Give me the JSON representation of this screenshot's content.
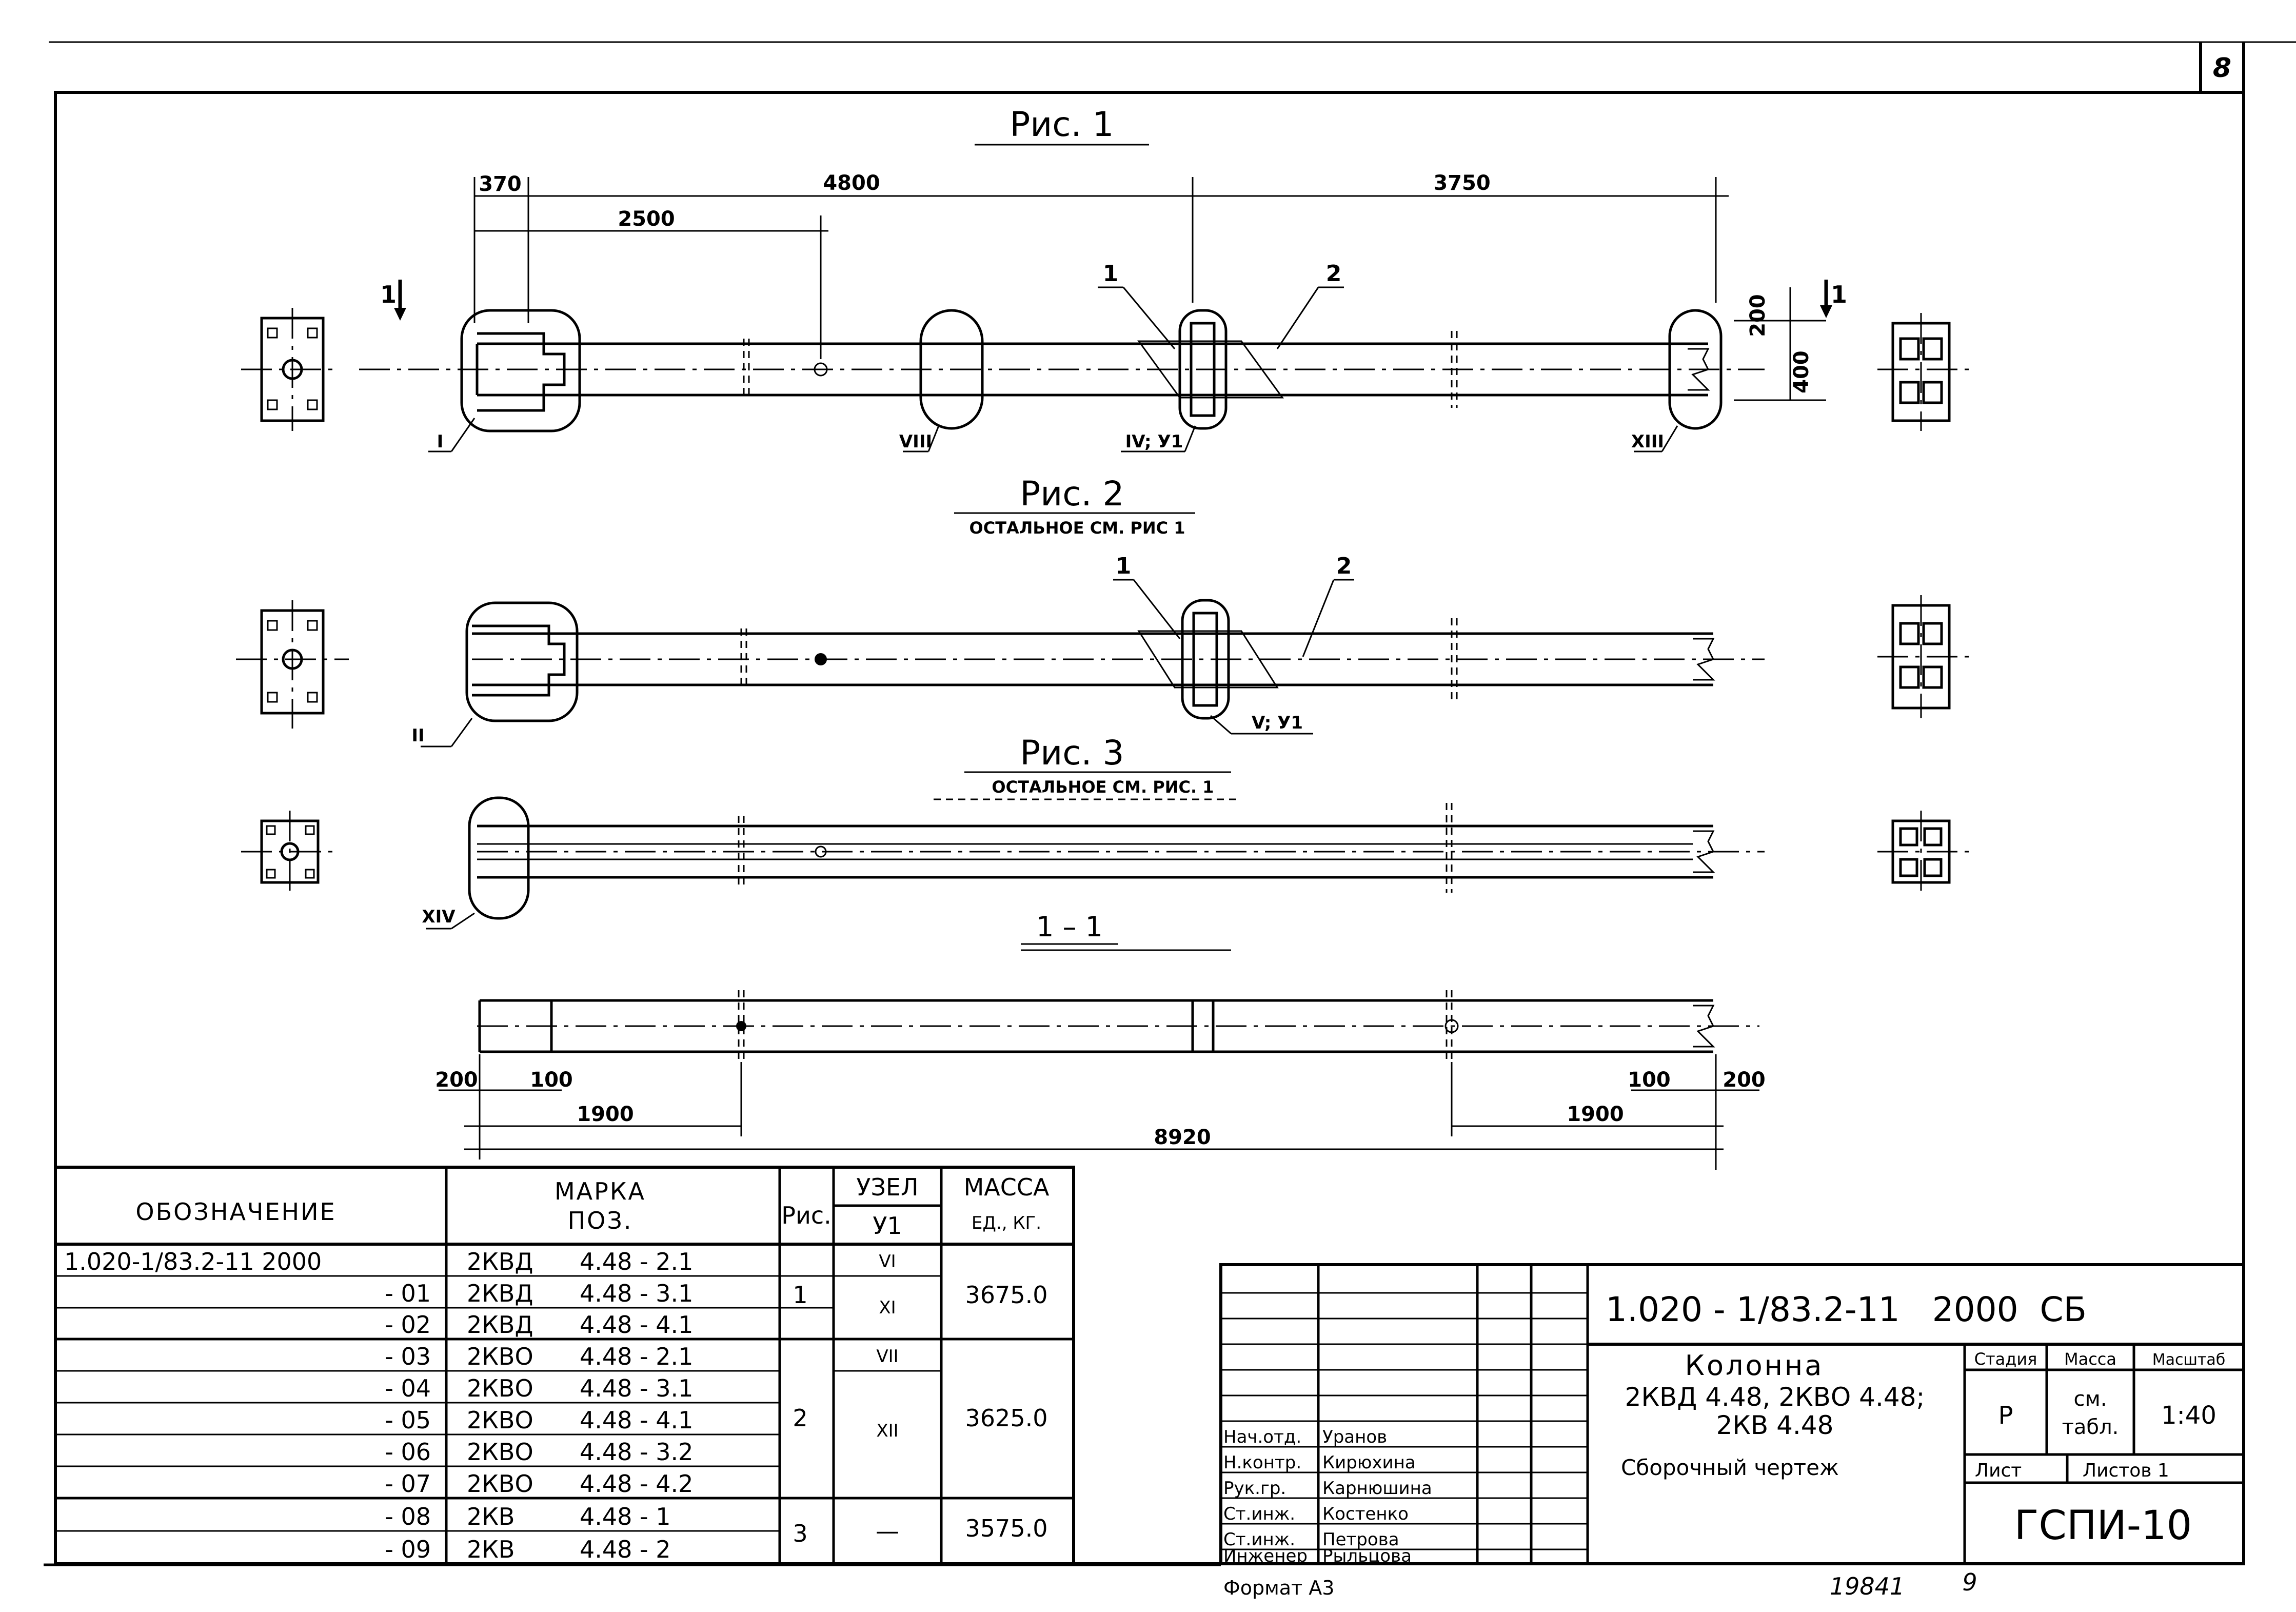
{
  "sheet_number": "8",
  "figures": {
    "fig1": {
      "title": "Рис. 1"
    },
    "fig2": {
      "title": "Рис. 2",
      "note": "ОСТАЛЬНОЕ СМ. РИС 1"
    },
    "fig3": {
      "title": "Рис. 3",
      "note": "ОСТАЛЬНОЕ СМ. РИС. 1"
    },
    "section": {
      "title": "1 – 1"
    }
  },
  "dimensions": {
    "d370": "370",
    "d4800": "4800",
    "d3750": "3750",
    "d2500": "2500",
    "d200_top": "200",
    "d400": "400",
    "d200_left": "200",
    "d100_left": "100",
    "d1900_left": "1900",
    "d100_right": "100",
    "d200_right": "200",
    "d1900_right": "1900",
    "d8920": "8920"
  },
  "callouts": {
    "c1_fig1": "1",
    "c2_fig1": "2",
    "c1_fig2": "1",
    "c2_fig2": "2",
    "cut_left": "1",
    "cut_right": "1",
    "node_I": "I",
    "node_VIII": "VIII",
    "node_IV": "IV; У1",
    "node_XIII": "XIII",
    "node_II": "II",
    "node_V": "V; У1",
    "node_XIV": "XIV"
  },
  "spec_table": {
    "headers": {
      "designation": "ОБОЗНАЧЕНИЕ",
      "mark": "МАРКА",
      "mark_sub": "ПОЗ.",
      "fig": "Рис.",
      "node": "УЗЕЛ",
      "node_sub": "У1",
      "mass": "МАССА",
      "mass_sub": "ЕД., КГ."
    },
    "rows": [
      {
        "designation": "1.020-1/83.2-11 2000",
        "mark": "2КВД",
        "pos": "4.48 - 2.1",
        "node": "VI"
      },
      {
        "designation": "- 01",
        "mark": "2КВД",
        "pos": "4.48 - 3.1",
        "node": "XI"
      },
      {
        "designation": "- 02",
        "mark": "2КВД",
        "pos": "4.48 - 4.1",
        "node": ""
      },
      {
        "designation": "- 03",
        "mark": "2КВО",
        "pos": "4.48 - 2.1",
        "node": "VII"
      },
      {
        "designation": "- 04",
        "mark": "2КВО",
        "pos": "4.48 - 3.1",
        "node": ""
      },
      {
        "designation": "- 05",
        "mark": "2КВО",
        "pos": "4.48 - 4.1",
        "node": "XII"
      },
      {
        "designation": "- 06",
        "mark": "2КВО",
        "pos": "4.48 - 3.2",
        "node": ""
      },
      {
        "designation": "- 07",
        "mark": "2КВО",
        "pos": "4.48 - 4.2",
        "node": ""
      },
      {
        "designation": "- 08",
        "mark": "2КВ",
        "pos": "4.48 - 1",
        "node": ""
      },
      {
        "designation": "- 09",
        "mark": "2КВ",
        "pos": "4.48 - 2",
        "node": "—"
      }
    ],
    "groups": [
      {
        "fig": "1",
        "mass": "3675.0"
      },
      {
        "fig": "2",
        "mass": "3625.0"
      },
      {
        "fig": "3",
        "mass": "3575.0"
      }
    ]
  },
  "title_block": {
    "code": "1.020 - 1/83.2-11   2000  СБ",
    "name_line1": "Колонна",
    "name_line2": "2КВД 4.48, 2КВО 4.48;",
    "name_line3": "2КВ 4.48",
    "drawing_type": "Сборочный чертеж",
    "stage_label": "Стадия",
    "mass_label": "Масса",
    "scale_label": "Масштаб",
    "stage": "Р",
    "mass_value_1": "см.",
    "mass_value_2": "табл.",
    "scale": "1:40",
    "sheet_label": "Лист",
    "sheets_label": "Листов 1",
    "org": "ГСПИ-10",
    "signatures": [
      {
        "role": "Нач.отд.",
        "name": "Уранов"
      },
      {
        "role": "Н.контр.",
        "name": "Кирюхина"
      },
      {
        "role": "Рук.гр.",
        "name": "Карнюшина"
      },
      {
        "role": "Ст.инж.",
        "name": "Костенко"
      },
      {
        "role": "Ст.инж.",
        "name": "Петрова"
      },
      {
        "role": "Инженер",
        "name": "Рыльцова"
      }
    ]
  },
  "footer": {
    "format": "Формат А3",
    "inventory": "19841",
    "page": "9"
  }
}
